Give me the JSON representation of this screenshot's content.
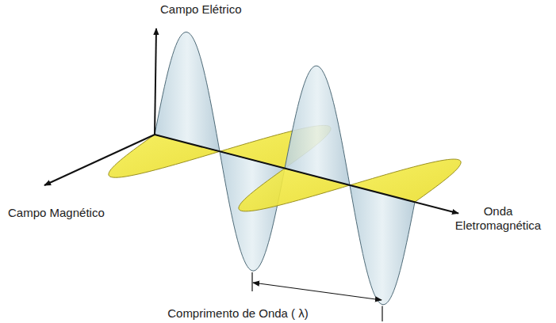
{
  "diagram": {
    "labels": [
      "Campo Elétrico",
      "Campo Magnético",
      "Onda Eletromagnética",
      "Comprimento de Onda ( λ)"
    ]
  }
}
